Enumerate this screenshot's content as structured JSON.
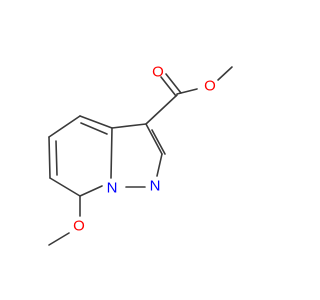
{
  "molecule": {
    "atoms": [
      {
        "id": "o-carbonyl",
        "label": "O",
        "role": "carbonyl oxygen",
        "color": "#ff0000"
      },
      {
        "id": "o-ester",
        "label": "O",
        "role": "ester oxygen",
        "color": "#ff0000"
      },
      {
        "id": "n-ring",
        "label": "N",
        "role": "pyrazole nitrogen",
        "color": "#0000ff"
      },
      {
        "id": "n-bridge",
        "label": "N",
        "role": "bridgehead nitrogen",
        "color": "#0000ff"
      },
      {
        "id": "o-methoxy",
        "label": "O",
        "role": "methoxy oxygen",
        "color": "#ff0000"
      }
    ],
    "bond_color": "#3a3a3a"
  }
}
